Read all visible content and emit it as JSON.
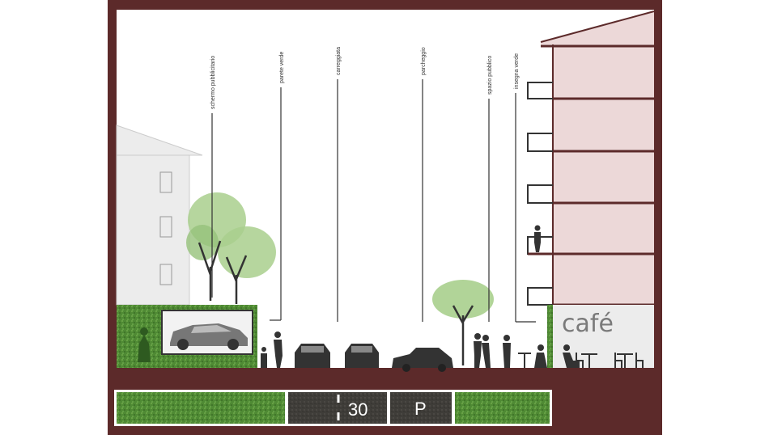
{
  "colors": {
    "frame": "#5c2a2a",
    "building_right": "#ecd8d8",
    "building_left": "#ececec",
    "grass": "#4f8a34",
    "tree": "#a9cf8d",
    "asphalt": "#3f3d39",
    "figure": "#333333"
  },
  "labels": [
    {
      "id": "schermo",
      "text": "schermo pubblicitario"
    },
    {
      "id": "parete",
      "text": "parete verde"
    },
    {
      "id": "carreggiata",
      "text": "carreggiata"
    },
    {
      "id": "parcheggio",
      "text": "parcheggio"
    },
    {
      "id": "spazio",
      "text": "spazio pubblico"
    },
    {
      "id": "insegna",
      "text": "insegna verde"
    }
  ],
  "cafe_sign": "café",
  "strip": {
    "speed_limit": "30",
    "parking_symbol": "P"
  },
  "icons": [
    "car-icon",
    "person-icon",
    "tree-icon",
    "table-icon",
    "chair-icon"
  ]
}
